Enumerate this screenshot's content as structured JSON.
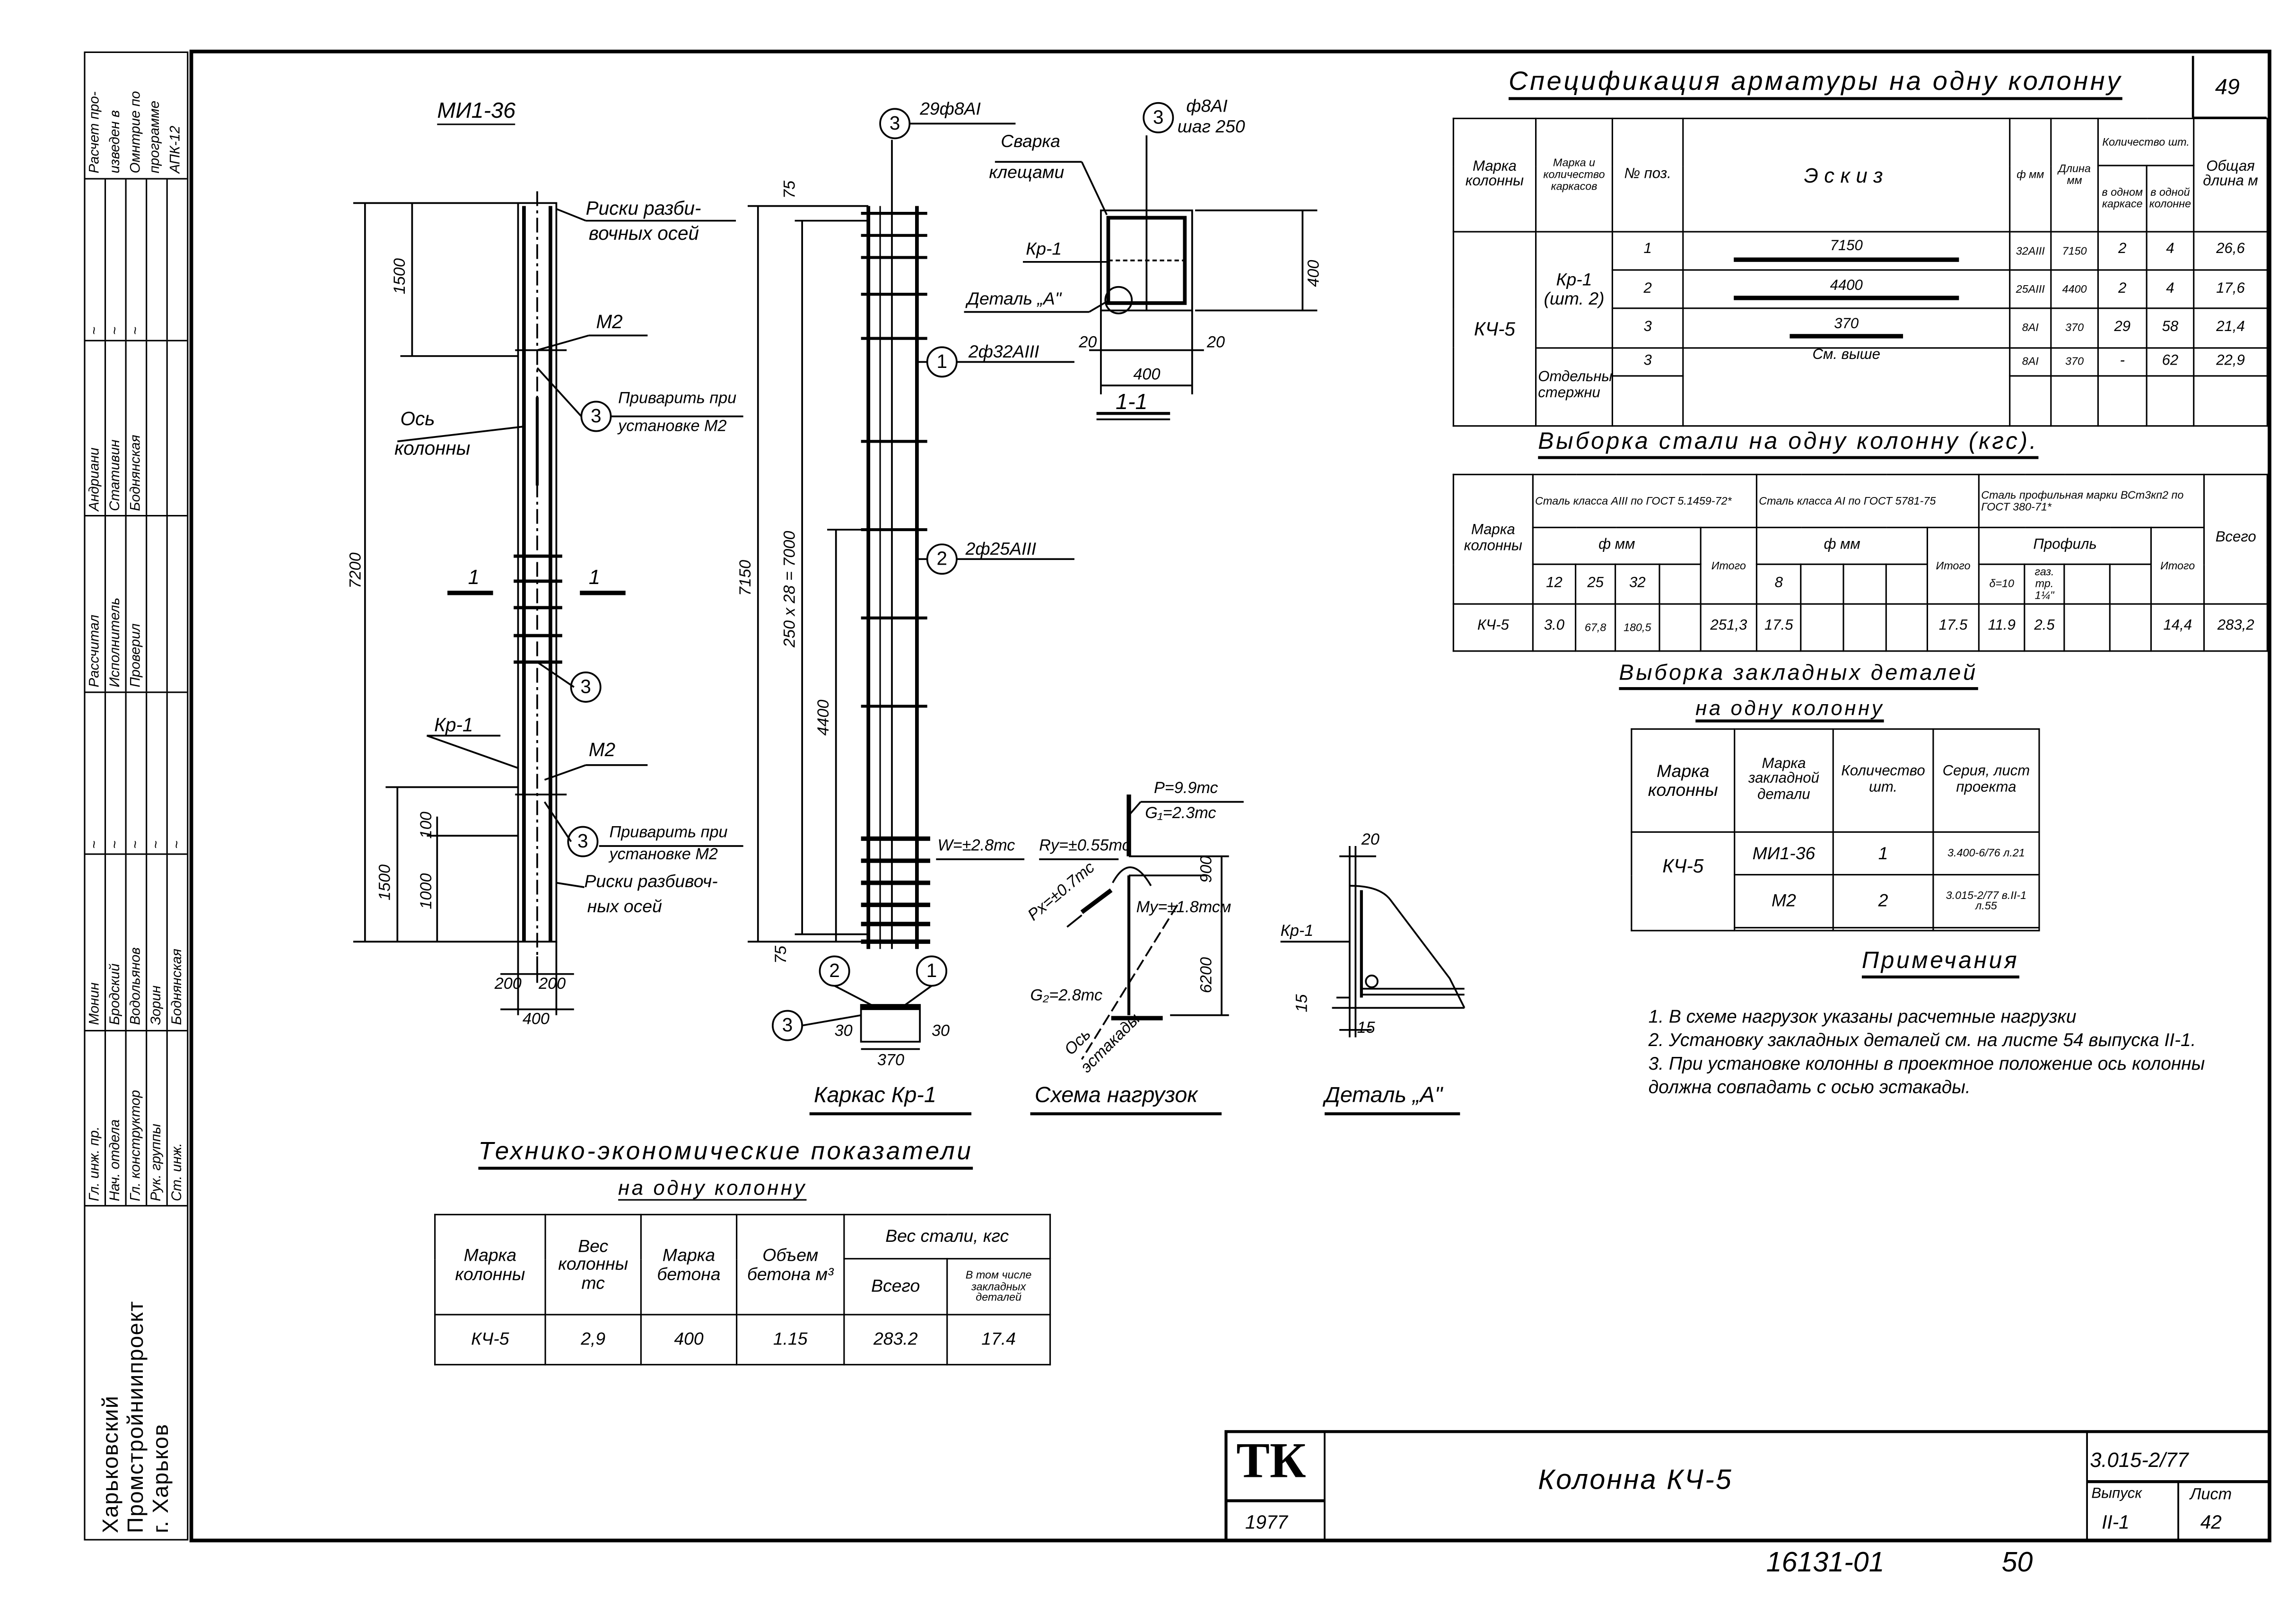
{
  "stamp": {
    "calc_note": [
      "Расчет про-",
      "изведен в",
      "Омнтрие по",
      "программе",
      "АПК-12"
    ],
    "roles_top": [
      "Рассчитал",
      "Исполнитель",
      "Проверил"
    ],
    "names_top": [
      "Андриани",
      "Стативин",
      "Боднянская"
    ],
    "roles_bottom": [
      "Гл. инж. пр.",
      "Нач. отдела",
      "Гл. конструктор",
      "Рук. группы",
      "Ст. инж."
    ],
    "names_bottom": [
      "Монин",
      "Бродский",
      "Водольянов",
      "Зорин",
      "Боднянская"
    ],
    "org": [
      "Харьковский",
      "Промстройниипроект",
      "г. Харьков"
    ]
  },
  "elevation": {
    "title": "МИ1-36",
    "risks_top": [
      "Риски разби-",
      "вочных осей"
    ],
    "dim_1500_top": "1500",
    "m2_top": "М2",
    "axis": [
      "Ось",
      "колонны"
    ],
    "pos3": "3",
    "weld_top": [
      "Приварить при",
      "установке М2"
    ],
    "dim_7200": "7200",
    "section_mark": "1",
    "kr1": "Кр-1",
    "m2_bottom": "М2",
    "weld_bottom": [
      "Приварить при",
      "установке М2"
    ],
    "risks_bottom": [
      "Риски разбивоч-",
      "ных осей"
    ],
    "dim_1500_bottom": "1500",
    "dim_100": "100",
    "dim_1000": "1000",
    "dim_200": "200",
    "dim_400": "400"
  },
  "cage": {
    "title": "Каркас Кр-1",
    "pos1": "1",
    "pos2": "2",
    "pos3": "3",
    "bar3": "29ф8АI",
    "bar1": "2ф32АIII",
    "bar2": "2ф25АIII",
    "dim_75": "75",
    "dim_7150": "7150",
    "dim_7000": "250 x 28 = 7000",
    "dim_4400": "4400",
    "dim_30": "30",
    "dim_370": "370"
  },
  "section": {
    "title": "1-1",
    "pos3": "3",
    "bar": "ф8АI",
    "step": "шаг 250",
    "weld": [
      "Сварка",
      "клещами"
    ],
    "kr1": "Кр-1",
    "detail": "Деталь „А\"",
    "dim_400": "400",
    "dim_20": "20"
  },
  "loads": {
    "title": "Схема нагрузок",
    "P": "P=9.9тс",
    "G1": "G₁=2.3тс",
    "W": "W=±2.8тс",
    "Ry": "Ry=±0.55тс",
    "dim_900": "900",
    "Px": "Px=±0.7тс",
    "My": "My=±1.8тсм",
    "G2": "G₂=2.8тс",
    "dim_6200": "6200",
    "axis": [
      "Ось",
      "эстакады"
    ]
  },
  "detail_a": {
    "title": "Деталь „А\"",
    "dim_20": "20",
    "kr1": "Кр-1",
    "dim_15": "15"
  },
  "tech": {
    "title": "Технико-экономические показатели",
    "subtitle": "на одну колонну",
    "headers": [
      "Марка колонны",
      "Вес колонны тс",
      "Марка бетона",
      "Объем бетона м³",
      "Вес стали, кгс",
      "Всего",
      "В том числе закладных деталей"
    ],
    "row": [
      "КЧ-5",
      "2,9",
      "400",
      "1.15",
      "283.2",
      "17.4"
    ]
  },
  "spec": {
    "title": "Спецификация арматуры на одну колонну",
    "sheet_no": "49",
    "headers": [
      "Марка колонны",
      "Марка и количество каркасов",
      "№ поз.",
      "Эскиз",
      "ф мм",
      "Длина мм",
      "Количество шт.",
      "в одном каркасе",
      "в одной колонне",
      "Общая длина м"
    ],
    "column": "КЧ-5",
    "cage": "Кр-1 (шт. 2)",
    "separate": "Отдельные стержни",
    "rows": [
      {
        "pos": "1",
        "sketch": "7150",
        "dia": "32АIII",
        "len": "7150",
        "per_cage": "2",
        "per_col": "4",
        "total": "26,6"
      },
      {
        "pos": "2",
        "sketch": "4400",
        "dia": "25АIII",
        "len": "4400",
        "per_cage": "2",
        "per_col": "4",
        "total": "17,6"
      },
      {
        "pos": "3",
        "sketch": "370",
        "dia": "8АI",
        "len": "370",
        "per_cage": "29",
        "per_col": "58",
        "total": "21,4"
      },
      {
        "pos": "3",
        "sketch": "См. выше",
        "dia": "8АI",
        "len": "370",
        "per_cage": "-",
        "per_col": "62",
        "total": "22,9"
      }
    ]
  },
  "steel": {
    "title": "Выборка стали на одну колонну (кгс).",
    "headers": {
      "mark": "Марка колонны",
      "a3": "Сталь класса АIII по ГОСТ 5.1459-72*",
      "a1": "Сталь класса АI по ГОСТ 5781-75",
      "prof": "Сталь профильная марки ВСт3кп2 по ГОСТ 380-71*",
      "dia": "ф мм",
      "profile": "Профиль",
      "subtotal": "Итого",
      "total": "Всего",
      "sizes_a3": [
        "12",
        "25",
        "32"
      ],
      "sizes_a1": [
        "8"
      ],
      "sizes_prof": [
        "δ=10",
        "газ. тр. 1¼\""
      ]
    },
    "row": {
      "mark": "КЧ-5",
      "a3": [
        "3.0",
        "67,8",
        "180,5"
      ],
      "a3_total": "251,3",
      "a1": [
        "17.5"
      ],
      "a1_total": "17.5",
      "prof": [
        "11.9",
        "2.5"
      ],
      "prof_total": "14,4",
      "total": "283,2"
    }
  },
  "embedded": {
    "title": "Выборка закладных деталей",
    "subtitle": "на одну колонну",
    "headers": [
      "Марка колонны",
      "Марка закладной детали",
      "Количество шт.",
      "Серия, лист проекта"
    ],
    "column": "КЧ-5",
    "rows": [
      {
        "mark": "МИ1-36",
        "qty": "1",
        "series": "3.400-6/76 л.21"
      },
      {
        "mark": "М2",
        "qty": "2",
        "series": "3.015-2/77 в.II-1 л.55"
      }
    ]
  },
  "notes": {
    "title": "Примечания",
    "items": [
      "1. В схеме нагрузок указаны расчетные нагрузки",
      "2. Установку закладных деталей см. на листе 54 выпуска II-1.",
      "3. При установке колонны в проектное положение ось колонны должна совпадать с осью эстакады."
    ]
  },
  "title_block": {
    "logo": "ТК",
    "year": "1977",
    "title": "Колонна КЧ-5",
    "series": "3.015-2/77",
    "issue_label": "Выпуск",
    "issue": "II-1",
    "sheet_label": "Лист",
    "sheet": "42"
  },
  "footer": {
    "archive": "16131-01",
    "page": "50"
  }
}
